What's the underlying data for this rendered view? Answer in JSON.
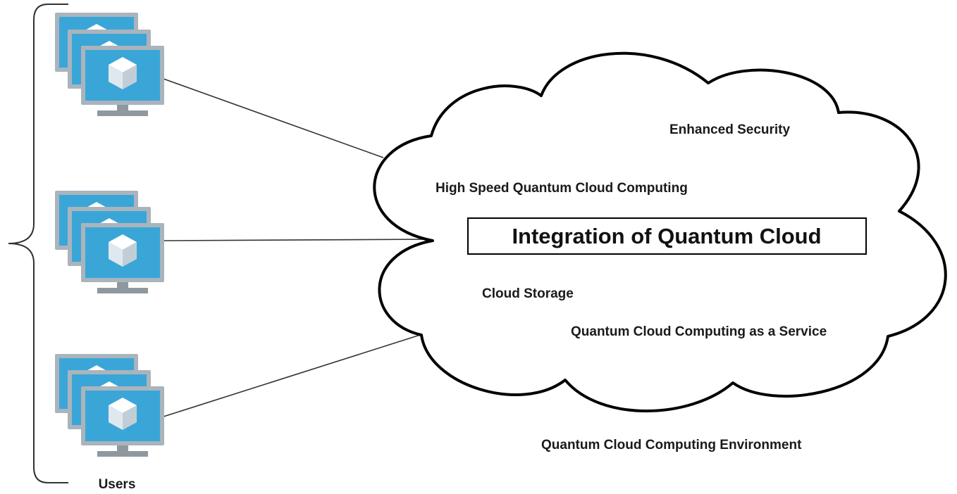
{
  "cloud": {
    "title": "Integration of Quantum Cloud",
    "features": [
      "Enhanced Security",
      "High Speed Quantum Cloud Computing",
      "Cloud Storage",
      "Quantum Cloud Computing as a Service"
    ]
  },
  "environment_label": "Quantum Cloud Computing Environment",
  "users": {
    "label": "Users",
    "groups": 3,
    "monitors_per_group": 3
  },
  "colors": {
    "screen": "#3aa6d8",
    "bezel": "#aab4bc",
    "cube_top": "#ffffff",
    "cube_left": "#dfe8ee",
    "cube_right": "#c2ced6",
    "line": "#333333"
  },
  "icons": [
    "monitor-icon",
    "cube-icon"
  ]
}
